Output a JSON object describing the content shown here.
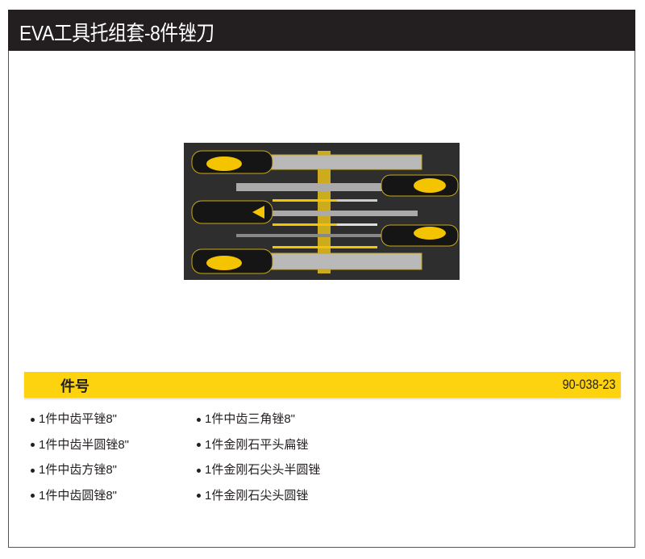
{
  "header": {
    "title": "EVA工具托组套-8件锉刀"
  },
  "image": {
    "icon": "file-set-tray-photo"
  },
  "part_bar": {
    "label": "件号",
    "code": "90-038-23"
  },
  "contents": {
    "col1": [
      "1件中齿平锉8\"",
      "1件中齿半圆锉8\"",
      "1件中齿方锉8\"",
      "1件中齿圆锉8\""
    ],
    "col2": [
      "1件中齿三角锉8\"",
      "1件金刚石平头扁锉",
      "1件金刚石尖头半圆锉",
      "1件金刚石尖头圆锉"
    ]
  },
  "colors": {
    "header_bg": "#231f20",
    "accent": "#fdd20e",
    "tray": "#2e2e2e"
  }
}
